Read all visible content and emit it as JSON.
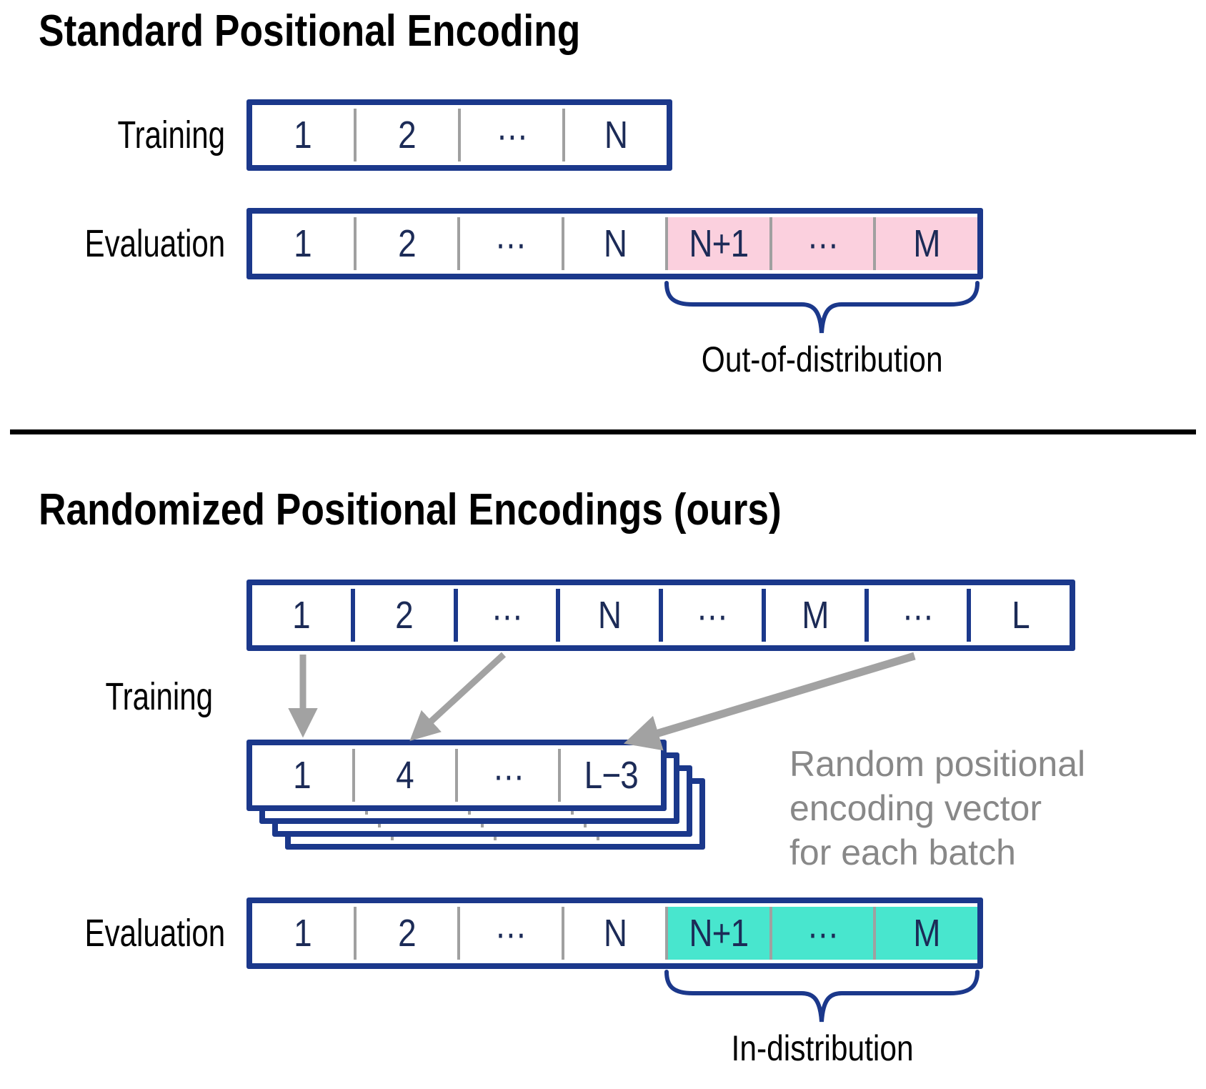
{
  "standard": {
    "title": "Standard Positional Encoding",
    "training_label": "Training",
    "training_cells": [
      "1",
      "2",
      "···",
      "N"
    ],
    "evaluation_label": "Evaluation",
    "evaluation_cells": [
      "1",
      "2",
      "···",
      "N",
      "N+1",
      "···",
      "M"
    ],
    "ood_label": "Out-of-distribution"
  },
  "randomized": {
    "title": "Randomized Positional Encodings (ours)",
    "training_label": "Training",
    "full_sequence_cells": [
      "1",
      "2",
      "···",
      "N",
      "···",
      "M",
      "···",
      "L"
    ],
    "random_vector_cells": [
      "1",
      "4",
      "···",
      "L−3"
    ],
    "note_lines": [
      "Random positional",
      "encoding vector",
      "for each batch"
    ],
    "evaluation_label": "Evaluation",
    "evaluation_cells": [
      "1",
      "2",
      "···",
      "N",
      "N+1",
      "···",
      "M"
    ],
    "id_label": "In-distribution"
  },
  "colors": {
    "navy_border": "#1b388b",
    "cell_text_navy": "#1c2b57",
    "ood_highlight_pink": "#fbd0de",
    "id_highlight_teal": "#48e6ce",
    "note_gray": "#888888",
    "arrow_gray": "#a2a2a2",
    "separator_gray": "#a0a0a0",
    "divider_black": "#000000"
  }
}
